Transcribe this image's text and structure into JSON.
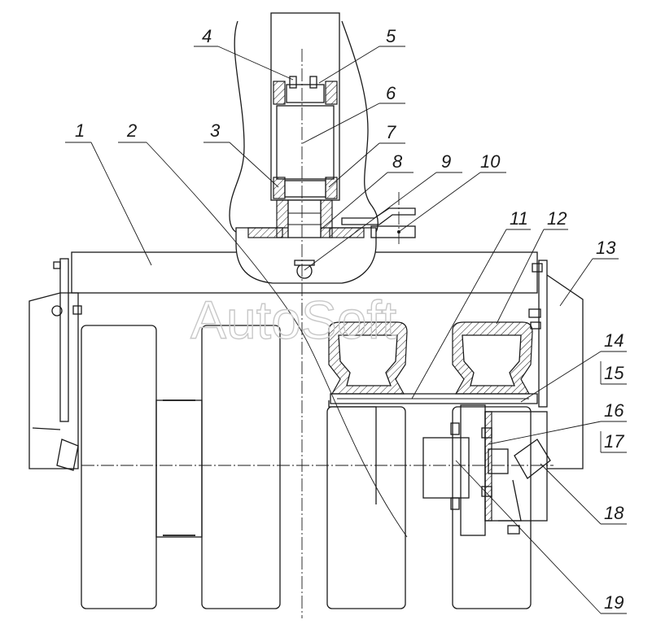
{
  "watermark": "AutoSoft",
  "callouts": [
    {
      "id": "1",
      "label": "1"
    },
    {
      "id": "2",
      "label": "2"
    },
    {
      "id": "3",
      "label": "3"
    },
    {
      "id": "4",
      "label": "4"
    },
    {
      "id": "5",
      "label": "5"
    },
    {
      "id": "6",
      "label": "6"
    },
    {
      "id": "7",
      "label": "7"
    },
    {
      "id": "8",
      "label": "8"
    },
    {
      "id": "9",
      "label": "9"
    },
    {
      "id": "10",
      "label": "10"
    },
    {
      "id": "11",
      "label": "11"
    },
    {
      "id": "12",
      "label": "12"
    },
    {
      "id": "13",
      "label": "13"
    },
    {
      "id": "14",
      "label": "14"
    },
    {
      "id": "15",
      "label": "15"
    },
    {
      "id": "16",
      "label": "16"
    },
    {
      "id": "17",
      "label": "17"
    },
    {
      "id": "18",
      "label": "18"
    },
    {
      "id": "19",
      "label": "19"
    }
  ]
}
